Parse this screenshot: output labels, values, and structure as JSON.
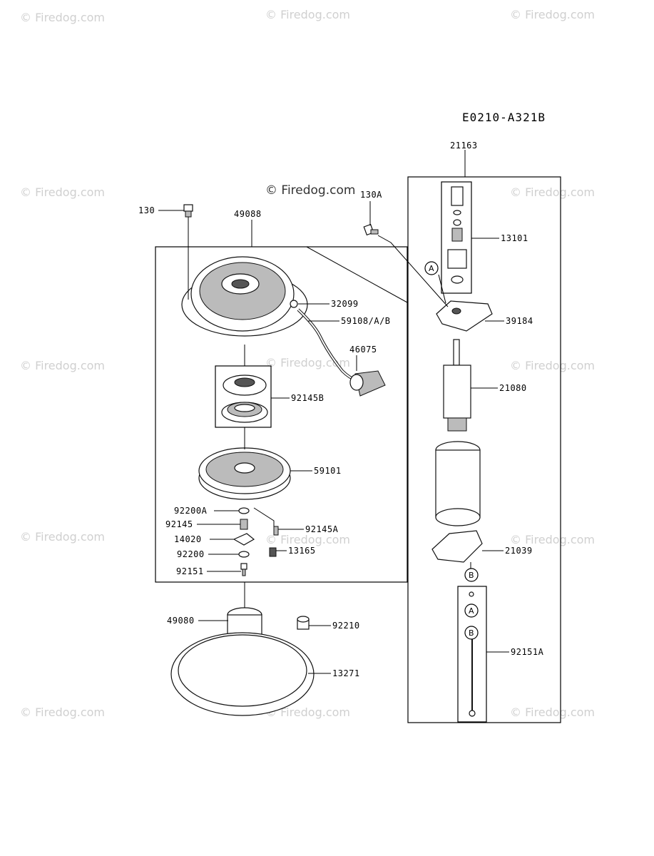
{
  "diagram_code": "E0210-A321B",
  "watermark": "© Firedog.com",
  "watermark_prominent": "© Firedog.com",
  "callout_letters": {
    "a": "A",
    "b": "B"
  },
  "parts": {
    "p21163": "21163",
    "p130": "130",
    "p49088": "49088",
    "p130A": "130A",
    "p13101": "13101",
    "p32099": "32099",
    "p39184": "39184",
    "p59108": "59108/A/B",
    "p46075": "46075",
    "p21080": "21080",
    "p92145B": "92145B",
    "p59101": "59101",
    "p92200A": "92200A",
    "p92145": "92145",
    "p92145A": "92145A",
    "p14020": "14020",
    "p21039": "21039",
    "p92200": "92200",
    "p13165": "13165",
    "p92151": "92151",
    "p49080": "49080",
    "p92210": "92210",
    "p92151A": "92151A",
    "p13271": "13271"
  },
  "colors": {
    "line": "#000000",
    "watermark": "#d0d0d0"
  }
}
